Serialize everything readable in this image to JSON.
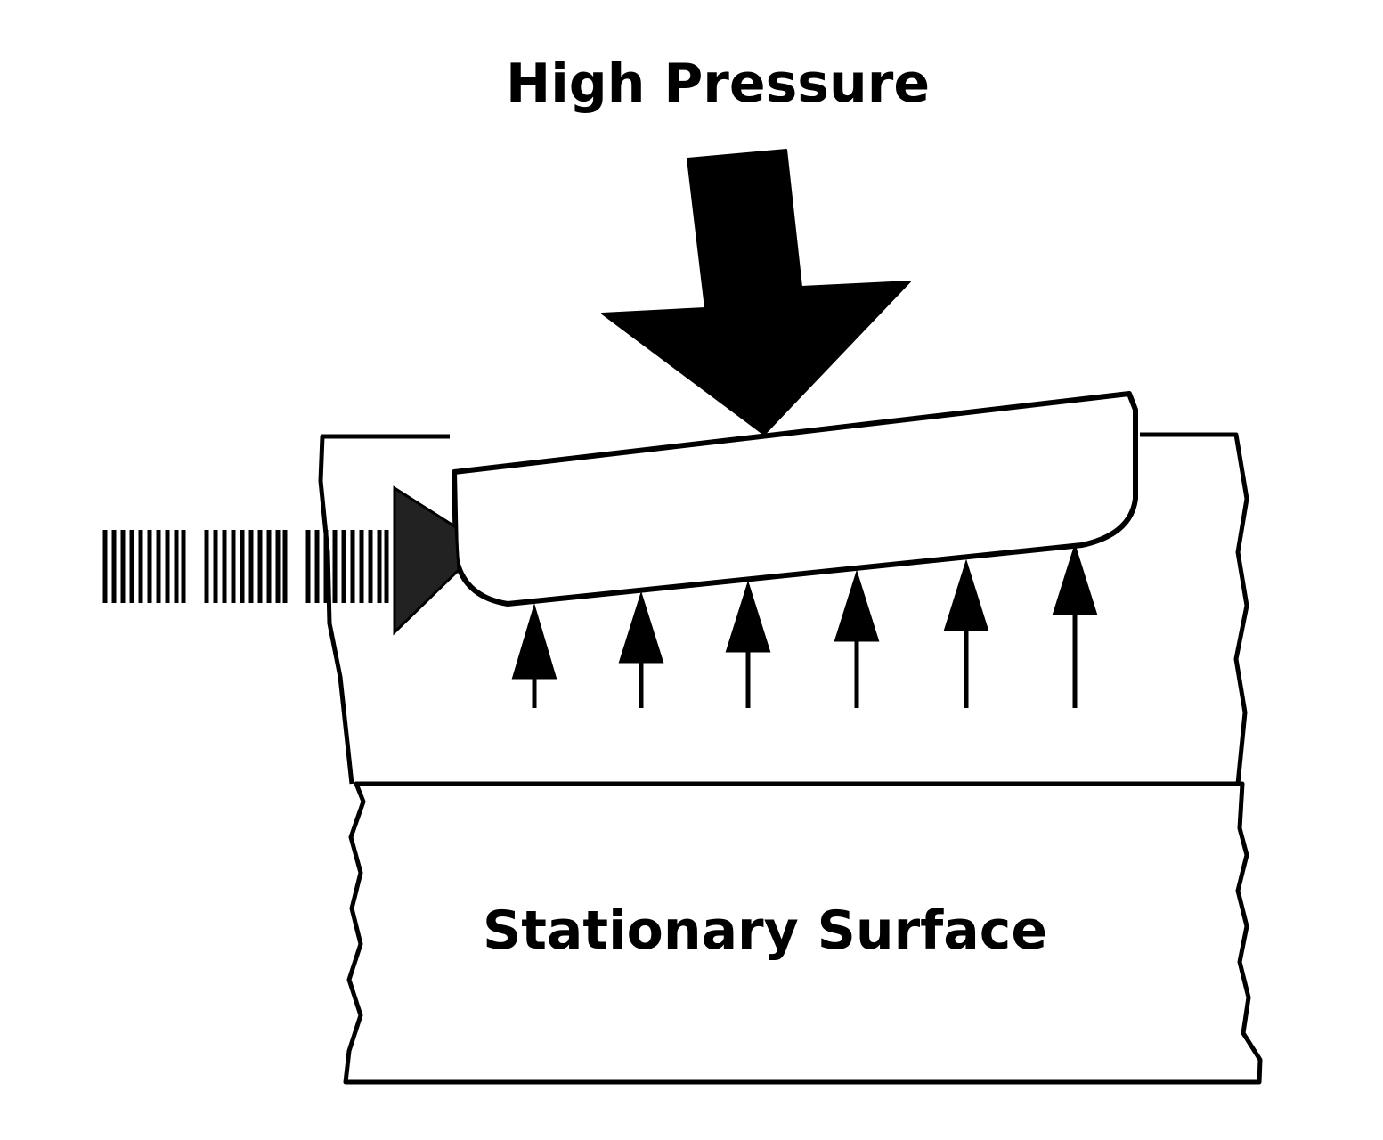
{
  "labels": {
    "force_label": "High Pressure",
    "surface_label": "Stationary Surface"
  },
  "colors": {
    "ink": "#000000",
    "background": "#ffffff"
  },
  "elements": {
    "pressure_arrow": "down-arrow-icon",
    "support_arrows": "up-arrow-icon",
    "feed_stream": "striped-flow-bars"
  }
}
